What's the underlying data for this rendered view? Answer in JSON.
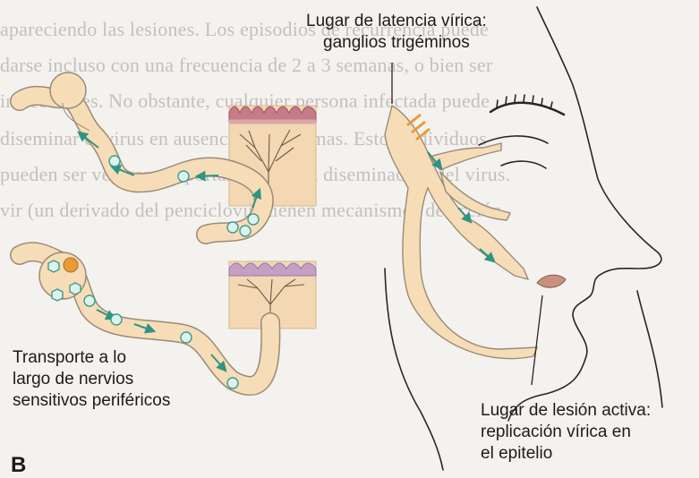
{
  "background_text": [
    "apareciendo las lesiones. Los episodios de recurrencia puede",
    "darse incluso con una frecuencia de 2 a 3 semanas, o bien ser",
    "infrecuentes. No obstante, cualquier persona infectada puede",
    "diseminar el virus en ausencia de síntomas. Estos individuos",
    "pueden ser vectores importantes para la diseminación del virus.",
    "vir (un derivado del penciclovir) tienen mecanismos de acción"
  ],
  "labels": {
    "latency": [
      "Lugar de latencia vírica:",
      "ganglios trigéminos"
    ],
    "transport": [
      "Transporte a lo",
      "largo de nervios",
      "sensitivos periféricos"
    ],
    "lesion": [
      "Lugar de lesión activa:",
      "replicación vírica en",
      "el epitelio"
    ]
  },
  "figure_letter": "B",
  "colors": {
    "panel": "#f3d8b3",
    "nerve": "#f6ddb7",
    "nerve_outline": "#9a8a78",
    "ganglion_nucleus": "#e79c3b",
    "virus": "#dff1ec",
    "virus_outline": "#3d9a8c",
    "arrow": "#2f9482",
    "skin_top": "#c77a88",
    "skin_top_lower": "#c4a0c6",
    "lips": "#c98f80",
    "line": "#2a2424"
  }
}
